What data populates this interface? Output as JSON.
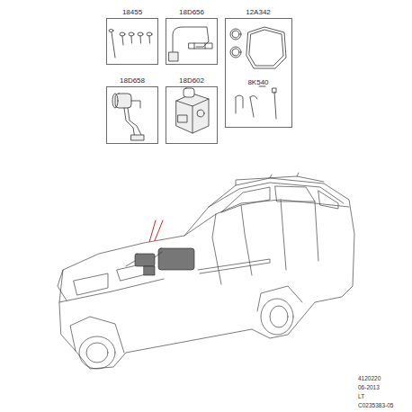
{
  "diagram": {
    "nodes": [
      {
        "text": [
          "18455"
        ]
      },
      {
        "text": [
          "18D656"
        ]
      },
      {
        "text": [
          "12A342",
          "8K540"
        ]
      },
      {
        "text": [
          "18D658"
        ]
      },
      {
        "text": [
          "18D602"
        ]
      }
    ],
    "labels": [
      "4120220",
      "06-2013",
      "LT",
      "C0235383-05"
    ]
  }
}
